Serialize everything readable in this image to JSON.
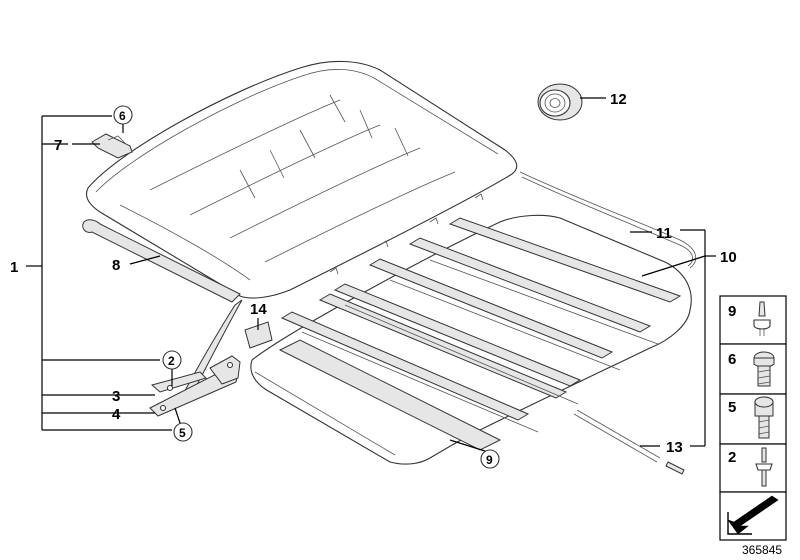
{
  "callouts": {
    "c1": "1",
    "c2": "2",
    "c3": "3",
    "c4": "4",
    "c5": "5",
    "c6": "6",
    "c7": "7",
    "c8": "8",
    "c9": "9",
    "c10": "10",
    "c11": "11",
    "c12": "12",
    "c13": "13",
    "c14": "14"
  },
  "legend": [
    {
      "label": "9",
      "icon": "rivet-icon"
    },
    {
      "label": "6",
      "icon": "pan-head-screw-icon"
    },
    {
      "label": "5",
      "icon": "socket-head-screw-icon"
    },
    {
      "label": "2",
      "icon": "pin-screw-icon"
    },
    {
      "label": "",
      "icon": "direction-arrow-icon"
    }
  ],
  "reference_number": "365845"
}
